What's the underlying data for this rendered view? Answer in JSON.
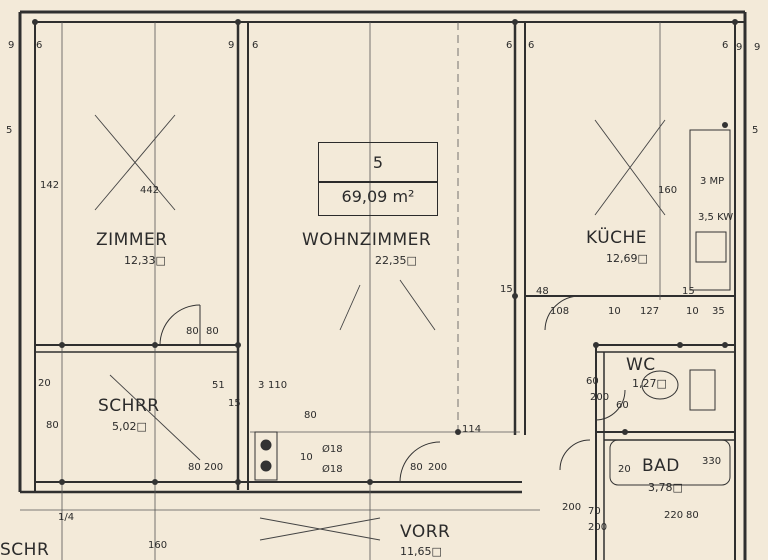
{
  "unit": {
    "number": "5",
    "area": "69,09 m²"
  },
  "rooms": [
    {
      "id": "zimmer",
      "name": "ZIMMER",
      "area": "12,33□"
    },
    {
      "id": "wohnzimmer",
      "name": "WOHNZIMMER",
      "area": "22,35□"
    },
    {
      "id": "kuche",
      "name": "KÜCHE",
      "area": "12,69□"
    },
    {
      "id": "schrr",
      "name": "SCHRR",
      "area": "5,02□"
    },
    {
      "id": "wc",
      "name": "WC",
      "area": "1,27□"
    },
    {
      "id": "bad",
      "name": "BAD",
      "area": "3,78□"
    },
    {
      "id": "vorr",
      "name": "VORR",
      "area": "11,65□"
    },
    {
      "id": "schr",
      "name": "SCHR",
      "area": ""
    }
  ],
  "dimensions": [
    "9",
    "6",
    "9",
    "6",
    "6",
    "6",
    "9",
    "6",
    "9",
    "5",
    "5",
    "142",
    "442",
    "160",
    "15",
    "48",
    "108",
    "10",
    "127",
    "10",
    "35",
    "80",
    "80",
    "20",
    "51",
    "3",
    "110",
    "15",
    "80",
    "60",
    "200",
    "60",
    "80",
    "114",
    "80",
    "200",
    "80",
    "200",
    "20",
    "330",
    "200",
    "160",
    "70",
    "200",
    "220",
    "80",
    "Ø18",
    "Ø18",
    "15",
    "1/4",
    "10"
  ],
  "fixtures": {
    "boiler": "3 MP",
    "stove": "3,5 KW"
  },
  "colors": {
    "paper": "#f3ead9",
    "ink": "#2b2b2b"
  }
}
